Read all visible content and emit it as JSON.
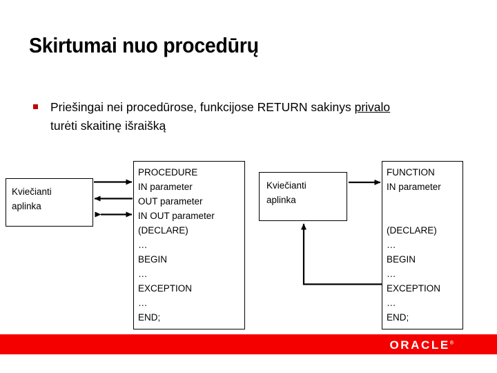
{
  "slide": {
    "title": "Skirtumai nuo procedūrų",
    "bullet": {
      "marker": "square-bullet",
      "text_before": "Priešingai nei procedūrose, funkcijose RETURN sakinys ",
      "text_underlined": "privalo",
      "text_after": " turėti skaitinę išraišką"
    }
  },
  "diagram": {
    "caller_box_1": {
      "line1": "Kviečianti",
      "line2": "aplinka"
    },
    "caller_box_2": {
      "line1": "Kviečianti",
      "line2": "aplinka"
    },
    "procedure_box": {
      "lines": [
        "PROCEDURE",
        "IN parameter",
        "OUT parameter",
        "IN OUT parameter",
        "(DECLARE)",
        "…",
        "BEGIN",
        "…",
        "EXCEPTION",
        "…",
        "END;"
      ]
    },
    "function_box": {
      "lines": [
        "FUNCTION",
        "IN parameter",
        "",
        "",
        "(DECLARE)",
        "…",
        "BEGIN",
        "…",
        "EXCEPTION",
        "…",
        "END;"
      ]
    },
    "arrows": [
      {
        "name": "arrow-in-parameter",
        "direction": "right"
      },
      {
        "name": "arrow-out-parameter",
        "direction": "left"
      },
      {
        "name": "arrow-in-out-parameter",
        "direction": "both"
      },
      {
        "name": "arrow-function-call",
        "direction": "right"
      },
      {
        "name": "arrow-function-return",
        "direction": "up"
      }
    ]
  },
  "footer": {
    "logo_text": "ORACLE",
    "logo_trademark": "®",
    "bar_color": "#f50000"
  }
}
